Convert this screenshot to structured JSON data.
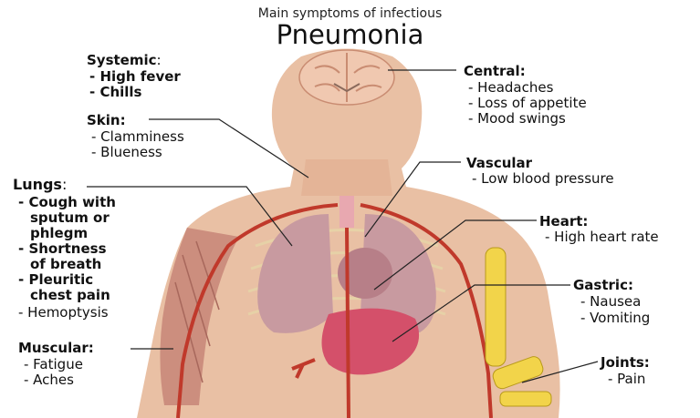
{
  "title": {
    "line1": "Main symptoms of infectious",
    "line2": "Pneumonia"
  },
  "groups": {
    "systemic": {
      "heading": "Systemic",
      "colon": ":",
      "items": [
        "- High fever",
        "- Chills"
      ]
    },
    "skin": {
      "heading": "Skin:",
      "items": [
        "- Clamminess",
        "- Blueness"
      ]
    },
    "lungs": {
      "heading": "Lungs",
      "colon": ":",
      "items": [
        "- Cough with",
        "sputum or",
        "phlegm",
        "- Shortness",
        "of breath",
        "- Pleuritic",
        "chest pain",
        "- Hemoptysis"
      ]
    },
    "muscular": {
      "heading": "Muscular:",
      "items": [
        "- Fatigue",
        "- Aches"
      ]
    },
    "central": {
      "heading": "Central:",
      "items": [
        "- Headaches",
        "- Loss of appetite",
        "- Mood swings"
      ]
    },
    "vascular": {
      "heading": "Vascular",
      "items": [
        "- Low blood pressure"
      ]
    },
    "heart": {
      "heading": "Heart:",
      "items": [
        "- High heart rate"
      ]
    },
    "gastric": {
      "heading": "Gastric:",
      "items": [
        "- Nausea",
        "- Vomiting"
      ]
    },
    "joints": {
      "heading": "Joints:",
      "items": [
        "- Pain"
      ]
    }
  },
  "colors": {
    "skin": "#e9c0a4",
    "lung": "#c89aa0",
    "artery": "#c0392b",
    "muscle": "#c9887a",
    "bone": "#f2d44a",
    "stomach": "#d4506a",
    "brain": "#f0c8b0"
  }
}
